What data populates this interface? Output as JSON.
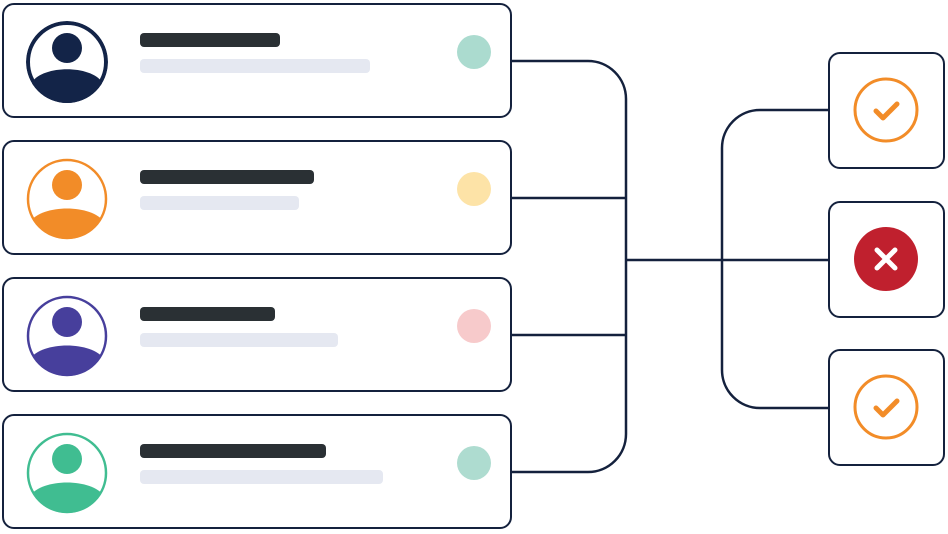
{
  "colors": {
    "outline": "#14213d",
    "name_bar": "#2a3034",
    "detail_bar": "#e5e8f1",
    "approve": "#f28c28",
    "reject": "#c0202e"
  },
  "users": [
    {
      "avatar_color": "#132448",
      "avatar_style": "filled-border",
      "status_color": "#abdbcf",
      "icon": "user-avatar-icon"
    },
    {
      "avatar_color": "#f28c28",
      "avatar_style": "thin-border",
      "status_color": "#fde3a7",
      "icon": "user-avatar-icon"
    },
    {
      "avatar_color": "#473f9c",
      "avatar_style": "thin-border",
      "status_color": "#f7cacb",
      "icon": "user-avatar-icon"
    },
    {
      "avatar_color": "#40bd91",
      "avatar_style": "thin-border",
      "status_color": "#aedcd0",
      "icon": "user-avatar-icon"
    }
  ],
  "results": [
    {
      "status": "approved",
      "icon": "checkmark-circle-icon",
      "color": "#f28c28"
    },
    {
      "status": "rejected",
      "icon": "x-circle-icon",
      "color": "#c0202e"
    },
    {
      "status": "approved",
      "icon": "checkmark-circle-icon",
      "color": "#f28c28"
    }
  ]
}
